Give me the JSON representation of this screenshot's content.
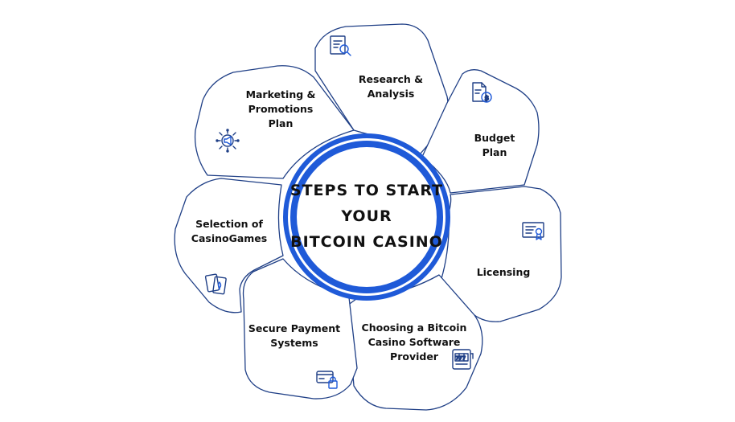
{
  "center": {
    "line1": "STEPS TO START",
    "line2": "YOUR",
    "line3": "BITCOIN CASINO"
  },
  "steps": [
    {
      "name": "research",
      "lines": [
        "Research &",
        "Analysis"
      ],
      "icon": "research-document-search-icon"
    },
    {
      "name": "budget",
      "lines": [
        "Budget",
        "Plan"
      ],
      "icon": "budget-document-dollar-icon"
    },
    {
      "name": "licensing",
      "lines": [
        "Licensing"
      ],
      "icon": "certificate-icon"
    },
    {
      "name": "software",
      "lines": [
        "Choosing a Bitcoin",
        "Casino Software",
        "Provider"
      ],
      "icon": "slot-machine-icon"
    },
    {
      "name": "payment",
      "lines": [
        "Secure Payment",
        "Systems"
      ],
      "icon": "card-lock-icon"
    },
    {
      "name": "games",
      "lines": [
        "Selection of",
        "CasinoGames"
      ],
      "icon": "playing-cards-icon"
    },
    {
      "name": "marketing",
      "lines": [
        "Marketing &",
        "Promotions",
        "Plan"
      ],
      "icon": "megaphone-network-icon"
    }
  ],
  "colors": {
    "ring": "#1f5ad8",
    "outline": "#1f3f86",
    "text": "#111111"
  }
}
